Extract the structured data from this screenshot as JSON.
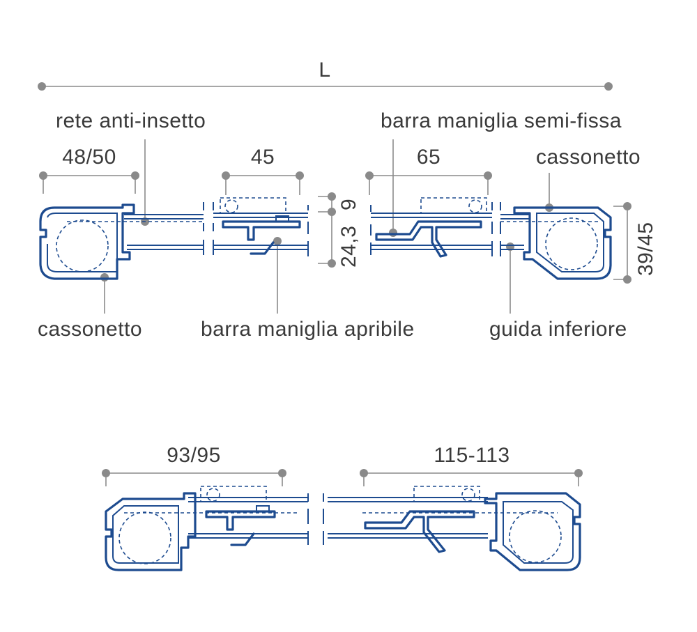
{
  "labels": {
    "total_length": "L",
    "insect_net": "rete anti-insetto",
    "semi_fixed_handle_bar": "barra maniglia semi-fissa",
    "box_right": "cassonetto",
    "box_left": "cassonetto",
    "opening_handle_bar": "barra maniglia apribile",
    "lower_guide": "guida inferiore"
  },
  "dimensions": {
    "box_width": "48/50",
    "opening_bar_width": "45",
    "semi_fixed_bar_width": "65",
    "bar_height": "24,3",
    "bar_height_small": "9",
    "box_height": "39/45",
    "variant_left_width": "93/95",
    "variant_right_width": "115-113"
  },
  "colors": {
    "profile": "#1d4b8f",
    "dimension": "#8a8a8a",
    "text": "#3a3a3a"
  }
}
